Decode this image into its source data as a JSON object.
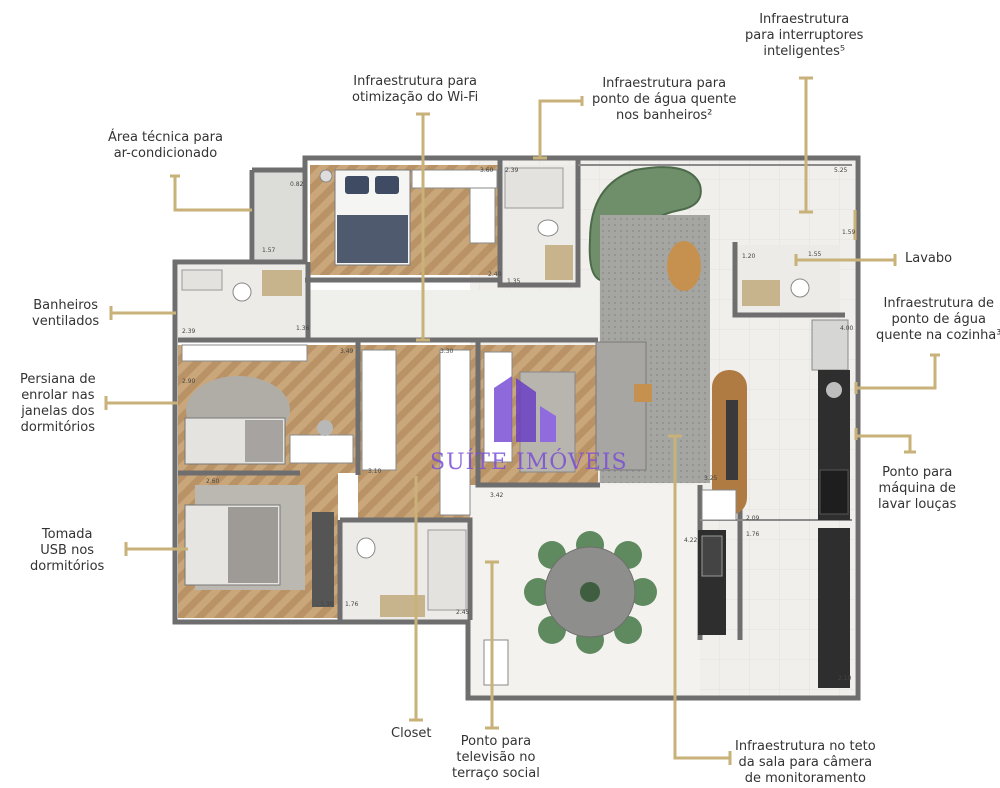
{
  "labels": {
    "area_tecnica": [
      "Área técnica para",
      "ar-condicionado"
    ],
    "wifi": [
      "Infraestrutura para",
      "otimização do Wi-Fi"
    ],
    "agua_banheiros": [
      "Infraestrutura para",
      "ponto de água quente",
      "nos banheiros²"
    ],
    "interruptores": [
      "Infraestrutura",
      "para interruptores",
      "inteligentes⁵"
    ],
    "lavabo": [
      "Lavabo"
    ],
    "agua_cozinha": [
      "Infraestrutura de",
      "ponto de água",
      "quente na cozinha³"
    ],
    "lava_loucas": [
      "Ponto para",
      "máquina de",
      "lavar louças"
    ],
    "banheiros_ventilados": [
      "Banheiros",
      "ventilados"
    ],
    "persiana": [
      "Persiana de",
      "enrolar nas",
      "janelas dos",
      "dormitórios"
    ],
    "tomada_usb": [
      "Tomada",
      "USB nos",
      "dormitórios"
    ],
    "closet": [
      "Closet"
    ],
    "televisao": [
      "Ponto para",
      "televisão no",
      "terraço social"
    ],
    "camera": [
      "Infraestrutura no teto",
      "da sala para câmera",
      "de monitoramento"
    ]
  },
  "dimensions": {
    "d1": "0.82",
    "d2": "1.57",
    "d3": "3.60",
    "d4": "2.39",
    "d5": "2.40",
    "d6": "1.35",
    "d7": "2.39",
    "d8": "1.36",
    "d9": "3.49",
    "d10": "3.30",
    "d11": "2.90",
    "d12": "3.10",
    "d13": "3.42",
    "d14": "2.60",
    "d15": "3.30",
    "d16": "1.76",
    "d17": "2.45",
    "d18": "5.25",
    "d19": "1.59",
    "d20": "1.20",
    "d21": "1.55",
    "d22": "4.00",
    "d23": "2.09",
    "d24": "1.76",
    "d25": "4.22",
    "d26": "3.25",
    "d27": "2.10"
  },
  "watermark": "SUÍTE IMÓVEIS",
  "colors": {
    "leader_line": "#c8b27a",
    "wall": "#6e6e6e",
    "wood_floor": "#c9a67a",
    "tile_floor": "#ecebe7",
    "sofa_green": "#6f8e6a",
    "chair_green": "#5f8a5f",
    "rug_gray": "#9c9c98"
  }
}
